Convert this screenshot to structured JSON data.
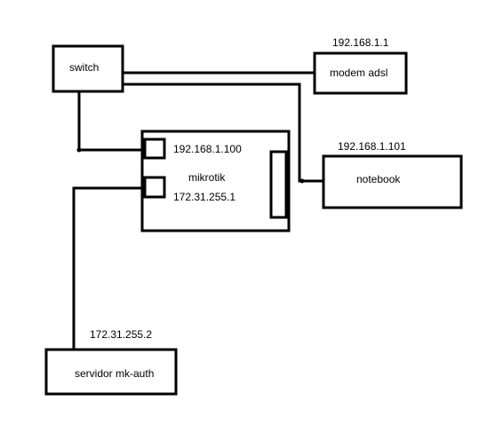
{
  "nodes": {
    "switch": {
      "label": "switch"
    },
    "modem": {
      "label": "modem adsl",
      "ip": "192.168.1.1"
    },
    "notebook": {
      "label": "notebook",
      "ip": "192.168.1.101"
    },
    "mikrotik": {
      "label": "mikrotik",
      "ip_lan": "192.168.1.100",
      "ip_wan": "172.31.255.1"
    },
    "server": {
      "label": "servidor mk-auth",
      "ip": "172.31.255.2"
    }
  },
  "colors": {
    "stroke": "#000000",
    "background": "#ffffff"
  }
}
